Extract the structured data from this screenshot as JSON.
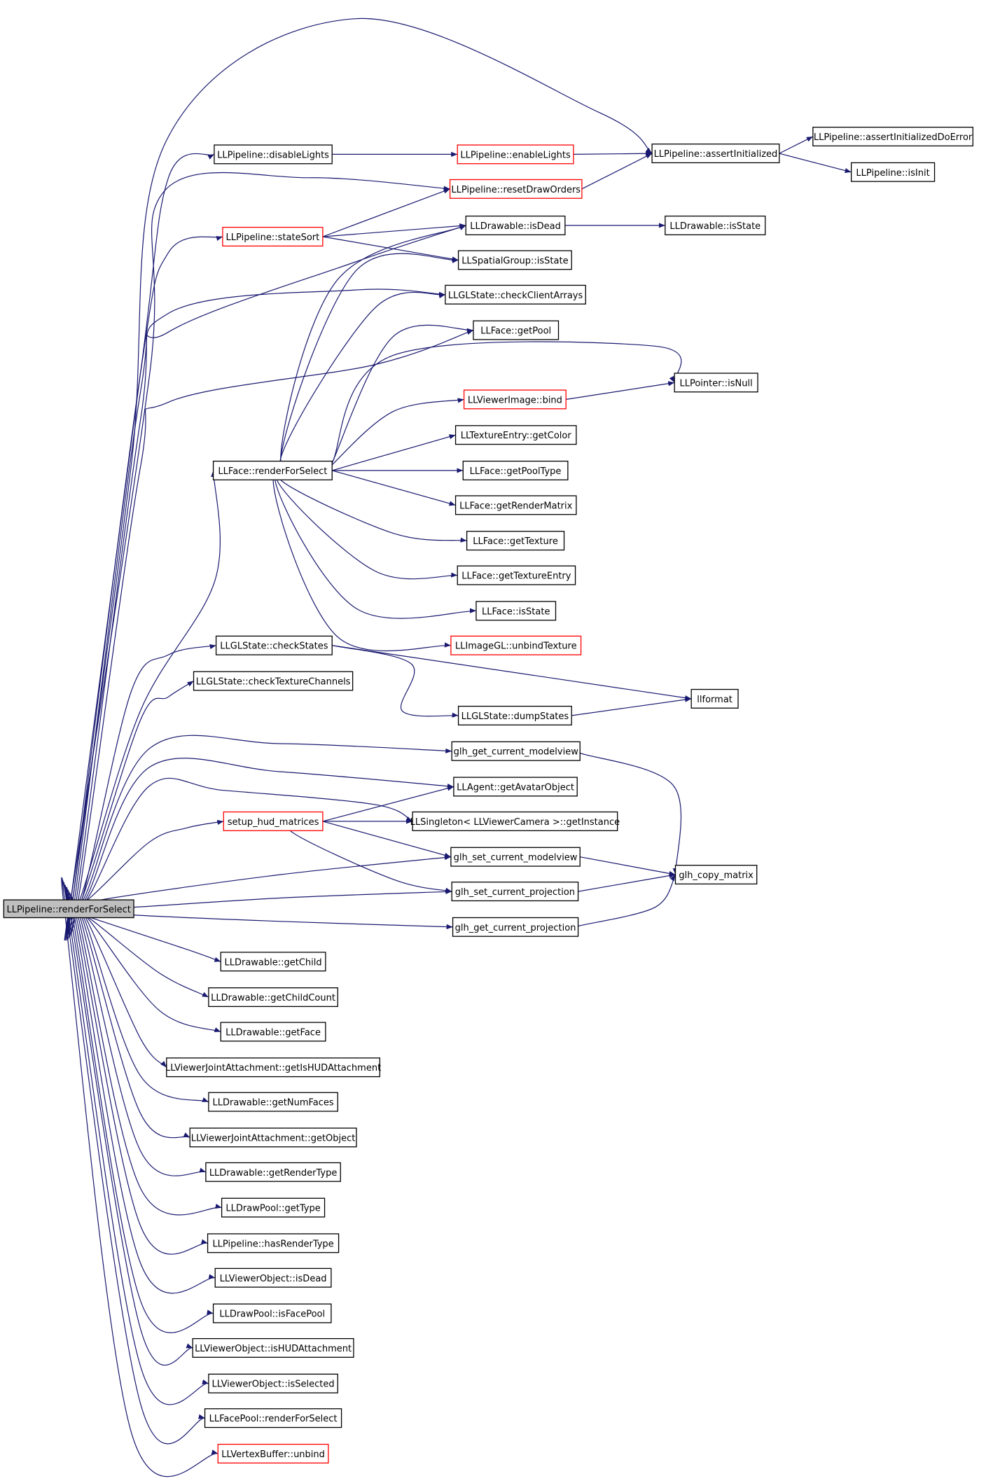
{
  "colors": {
    "edge": "#191970",
    "border_normal": "#000000",
    "border_truncated": "#ff0000",
    "root_fill": "#bfbfbf",
    "node_fill": "#ffffff"
  },
  "nodes": [
    {
      "id": "root",
      "label": "LLPipeline::renderForSelect",
      "style": "root"
    },
    {
      "id": "n1",
      "label": "LLPipeline::disableLights",
      "style": "normal"
    },
    {
      "id": "n2",
      "label": "LLPipeline::enableLights",
      "style": "truncated"
    },
    {
      "id": "n3",
      "label": "LLPipeline::assertInitialized",
      "style": "normal"
    },
    {
      "id": "n4",
      "label": "LLPipeline::assertInitializedDoError",
      "style": "normal"
    },
    {
      "id": "n5",
      "label": "LLPipeline::isInit",
      "style": "normal"
    },
    {
      "id": "n6",
      "label": "LLPipeline::resetDrawOrders",
      "style": "truncated"
    },
    {
      "id": "n7",
      "label": "LLPipeline::stateSort",
      "style": "truncated"
    },
    {
      "id": "n8",
      "label": "LLDrawable::isDead",
      "style": "normal"
    },
    {
      "id": "n9",
      "label": "LLDrawable::isState",
      "style": "normal"
    },
    {
      "id": "n10",
      "label": "LLSpatialGroup::isState",
      "style": "normal"
    },
    {
      "id": "n11",
      "label": "LLGLState::checkClientArrays",
      "style": "normal"
    },
    {
      "id": "n12",
      "label": "LLFace::getPool",
      "style": "normal"
    },
    {
      "id": "n13",
      "label": "LLPointer::isNull",
      "style": "normal"
    },
    {
      "id": "n14",
      "label": "LLViewerImage::bind",
      "style": "truncated"
    },
    {
      "id": "n15",
      "label": "LLTextureEntry::getColor",
      "style": "normal"
    },
    {
      "id": "n16",
      "label": "LLFace::renderForSelect",
      "style": "normal"
    },
    {
      "id": "n17",
      "label": "LLFace::getPoolType",
      "style": "normal"
    },
    {
      "id": "n18",
      "label": "LLFace::getRenderMatrix",
      "style": "normal"
    },
    {
      "id": "n19",
      "label": "LLFace::getTexture",
      "style": "normal"
    },
    {
      "id": "n20",
      "label": "LLFace::getTextureEntry",
      "style": "normal"
    },
    {
      "id": "n21",
      "label": "LLFace::isState",
      "style": "normal"
    },
    {
      "id": "n22",
      "label": "LLImageGL::unbindTexture",
      "style": "truncated"
    },
    {
      "id": "n23",
      "label": "LLGLState::checkStates",
      "style": "normal"
    },
    {
      "id": "n24",
      "label": "LLGLState::checkTextureChannels",
      "style": "normal"
    },
    {
      "id": "n25",
      "label": "llformat",
      "style": "normal"
    },
    {
      "id": "n26",
      "label": "LLGLState::dumpStates",
      "style": "normal"
    },
    {
      "id": "n27",
      "label": "glh_get_current_modelview",
      "style": "normal"
    },
    {
      "id": "n28",
      "label": "LLAgent::getAvatarObject",
      "style": "normal"
    },
    {
      "id": "n29",
      "label": "setup_hud_matrices",
      "style": "truncated"
    },
    {
      "id": "n30",
      "label": "LLSingleton< LLViewerCamera >::getInstance",
      "style": "normal"
    },
    {
      "id": "n31",
      "label": "glh_set_current_modelview",
      "style": "normal"
    },
    {
      "id": "n32",
      "label": "glh_copy_matrix",
      "style": "normal"
    },
    {
      "id": "n33",
      "label": "glh_set_current_projection",
      "style": "normal"
    },
    {
      "id": "n34",
      "label": "glh_get_current_projection",
      "style": "normal"
    },
    {
      "id": "n35",
      "label": "LLDrawable::getChild",
      "style": "normal"
    },
    {
      "id": "n36",
      "label": "LLDrawable::getChildCount",
      "style": "normal"
    },
    {
      "id": "n37",
      "label": "LLDrawable::getFace",
      "style": "normal"
    },
    {
      "id": "n38",
      "label": "LLViewerJointAttachment::getIsHUDAttachment",
      "style": "normal"
    },
    {
      "id": "n39",
      "label": "LLDrawable::getNumFaces",
      "style": "normal"
    },
    {
      "id": "n40",
      "label": "LLViewerJointAttachment::getObject",
      "style": "normal"
    },
    {
      "id": "n41",
      "label": "LLDrawable::getRenderType",
      "style": "normal"
    },
    {
      "id": "n42",
      "label": "LLDrawPool::getType",
      "style": "normal"
    },
    {
      "id": "n43",
      "label": "LLPipeline::hasRenderType",
      "style": "normal"
    },
    {
      "id": "n44",
      "label": "LLViewerObject::isDead",
      "style": "normal"
    },
    {
      "id": "n45",
      "label": "LLDrawPool::isFacePool",
      "style": "normal"
    },
    {
      "id": "n46",
      "label": "LLViewerObject::isHUDAttachment",
      "style": "normal"
    },
    {
      "id": "n47",
      "label": "LLViewerObject::isSelected",
      "style": "normal"
    },
    {
      "id": "n48",
      "label": "LLFacePool::renderForSelect",
      "style": "normal"
    },
    {
      "id": "n49",
      "label": "LLVertexBuffer::unbind",
      "style": "truncated"
    }
  ]
}
